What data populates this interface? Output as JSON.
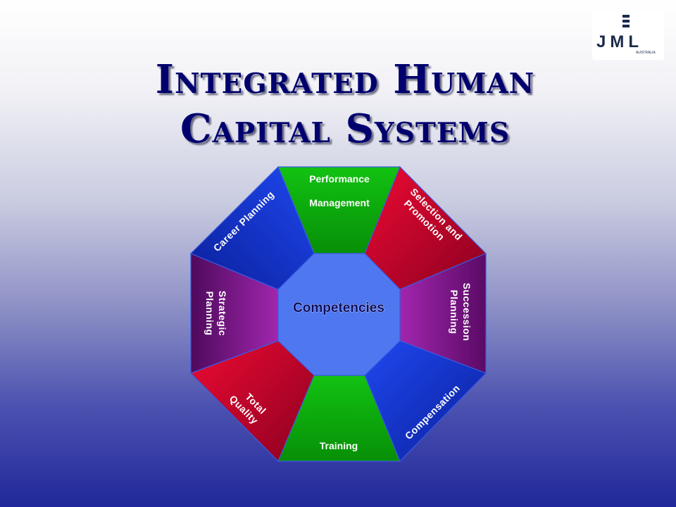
{
  "title": {
    "line1": "Integrated Human",
    "line2": "Capital Systems"
  },
  "logo": {
    "mark": "JML",
    "tagline": "AUSTRALIA"
  },
  "diagram": {
    "center_label": "Competencies",
    "segments": {
      "performance": {
        "line1": "Performance",
        "line2": "Management",
        "color": "#0bb50b"
      },
      "selection": {
        "line1": "Selection and",
        "line2": "Promotion",
        "color": "#d4002c"
      },
      "succession": {
        "line1": "Succession",
        "line2": "Planning",
        "color": "#8a1a96"
      },
      "compensation": {
        "line1": "Compensation",
        "color": "#1432d6"
      },
      "training": {
        "line1": "Training",
        "color": "#0bb50b"
      },
      "quality": {
        "line1": "Total",
        "line2": "Quality",
        "color": "#d4002c"
      },
      "strategic": {
        "line1": "Strategic",
        "line2": "Planning",
        "color": "#8a1a96"
      },
      "career": {
        "line1": "Career Planning",
        "color": "#1432d6"
      }
    },
    "center_color": "#4f78f0"
  }
}
